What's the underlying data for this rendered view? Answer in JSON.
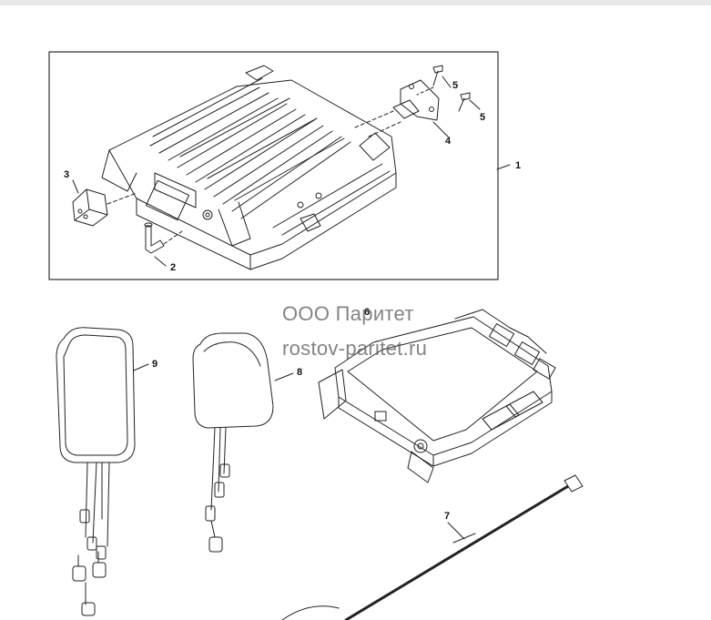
{
  "diagram": {
    "callouts": {
      "c1": "1",
      "c2": "2",
      "c3": "3",
      "c4": "4",
      "c5a": "5",
      "c5b": "5",
      "c6": "6",
      "c7": "7",
      "c8": "8",
      "c9": "9"
    }
  },
  "watermark": {
    "company": "ООО Паритет",
    "site": "rostov-paritet.ru"
  },
  "colors": {
    "line": "#222222",
    "frame": "#333333",
    "watermark": "#5a5a5a"
  }
}
